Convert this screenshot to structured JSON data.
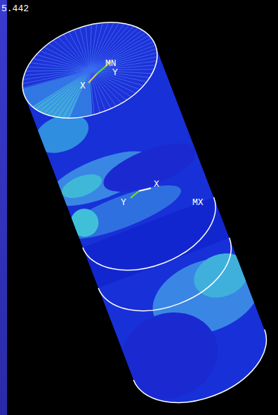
{
  "diagram": {
    "labels": [
      "5.442",
      "MN",
      "Y",
      "X",
      "X",
      "Y",
      "MX"
    ]
  }
}
